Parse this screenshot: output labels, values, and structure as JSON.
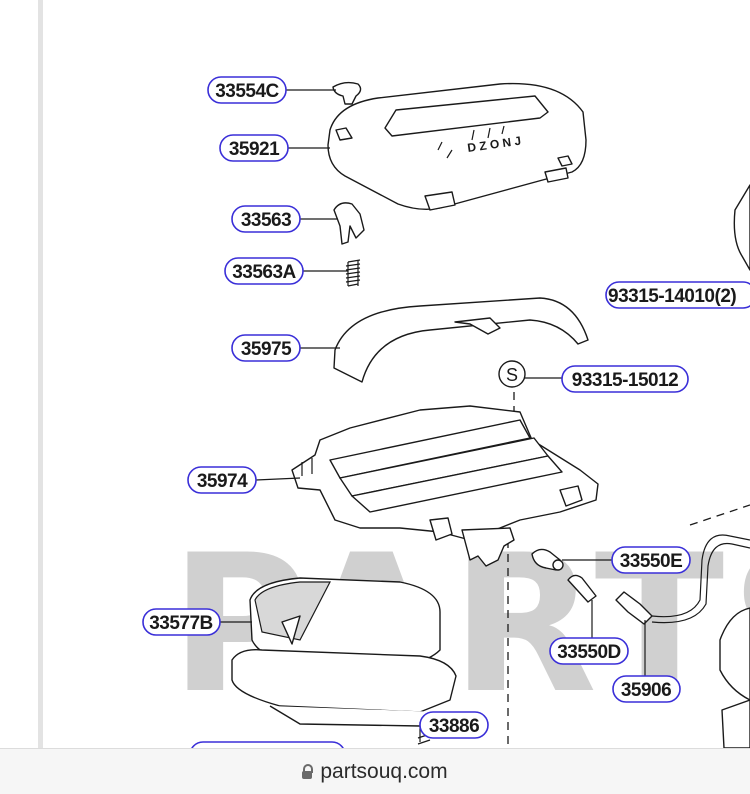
{
  "diagram": {
    "watermark": "PARTS",
    "part_numbers": [
      "33554C",
      "35921",
      "33563",
      "33563A",
      "35975",
      "93315-15012",
      "93315-14010(2)",
      "35974",
      "33550E",
      "33577B",
      "33550D",
      "35906",
      "33886"
    ],
    "symbol_s": "S",
    "gear_indicator_letters": "D Z O N J"
  },
  "browser": {
    "url": "partsouq.com",
    "lock_icon": "lock-icon"
  },
  "colors": {
    "callout_border": "#3a2fd8",
    "line_art": "#1a1a1a",
    "watermark": "#000000"
  }
}
